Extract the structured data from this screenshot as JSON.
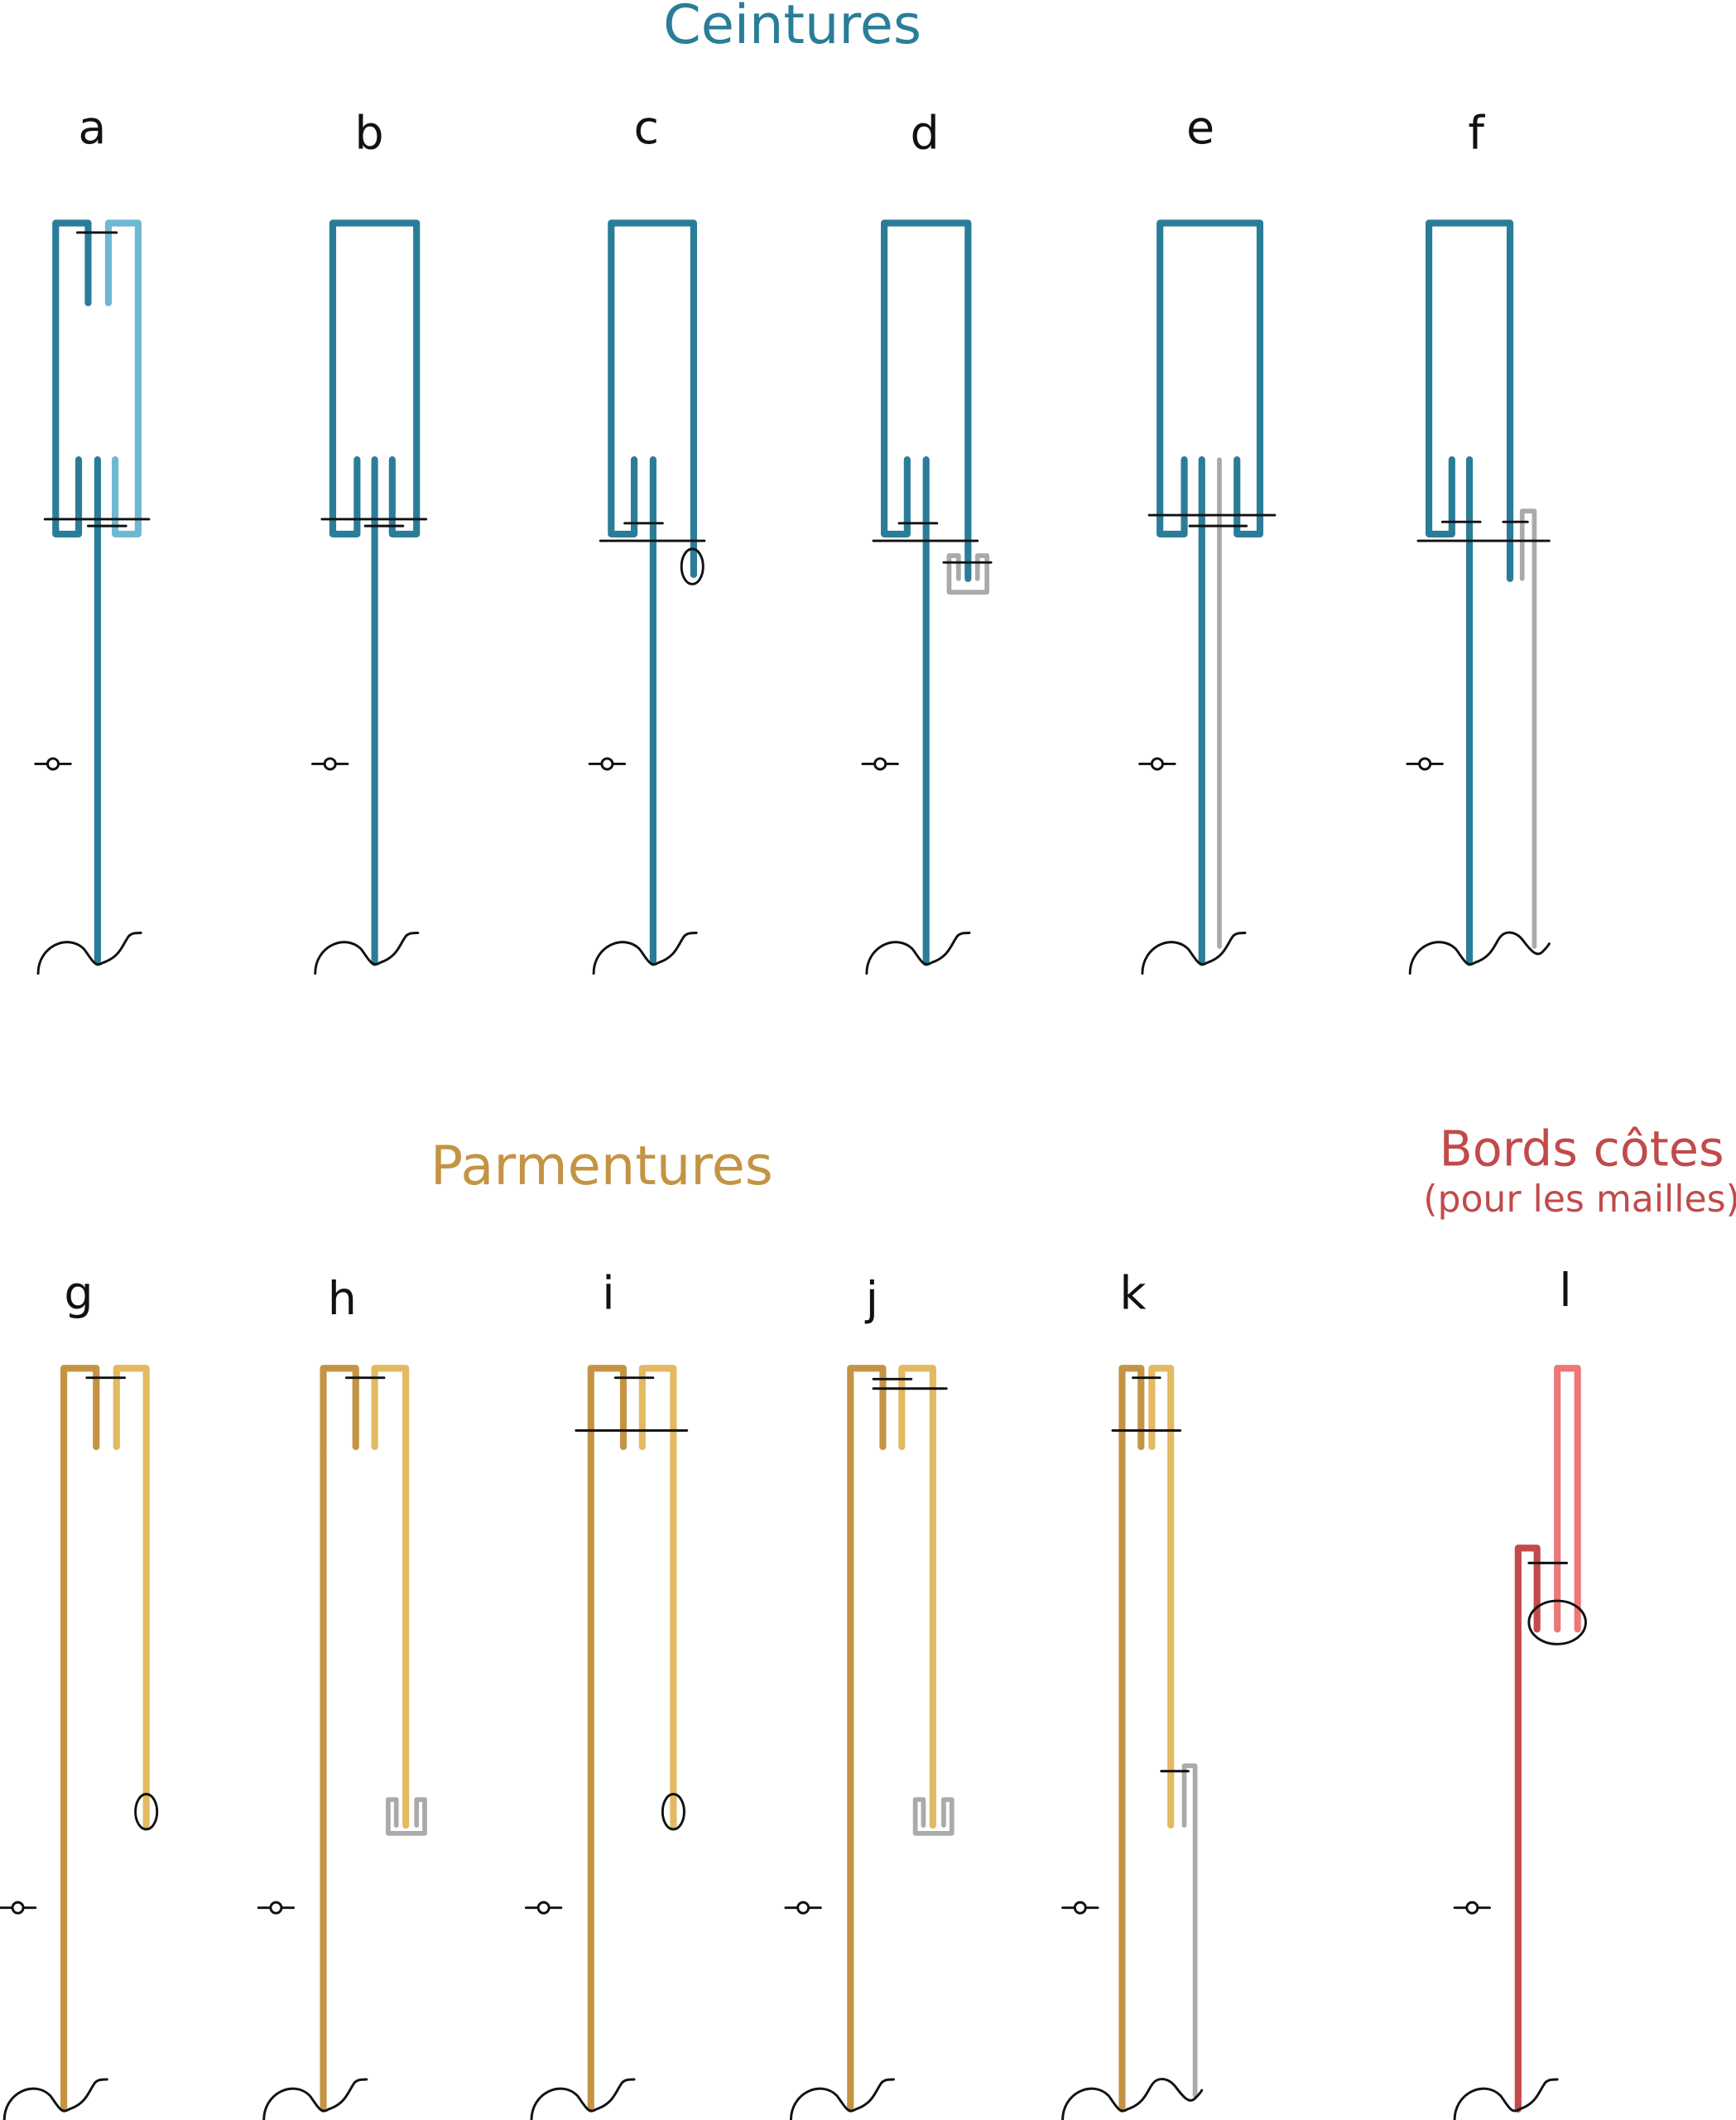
{
  "colors": {
    "ceintures": "#2a7d98",
    "ceintures_light": "#6fb8d2",
    "parmentures": "#c49444",
    "parmentures_light": "#e3b962",
    "bords_cotes": "#c24a4a",
    "bords_cotes_light": "#ec7878",
    "secondary": "#aaaaaa"
  },
  "sections": {
    "ceintures": {
      "title": "Ceintures",
      "labels": [
        "a",
        "b",
        "c",
        "d",
        "e",
        "f"
      ]
    },
    "parmentures": {
      "title": "Parmentures",
      "labels": [
        "g",
        "h",
        "i",
        "j",
        "k"
      ]
    },
    "bords_cotes": {
      "title": "Bords côtes",
      "subtitle": "(pour les mailles)",
      "labels": [
        "l"
      ]
    }
  }
}
